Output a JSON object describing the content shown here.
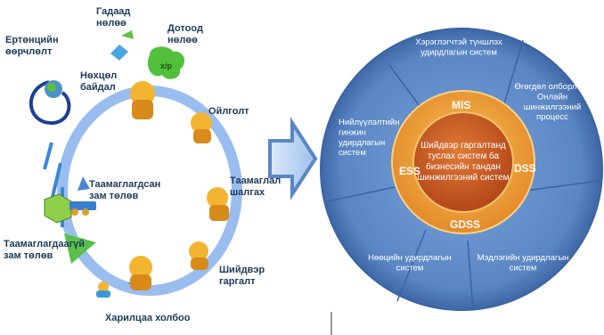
{
  "cycle": {
    "labels": {
      "outer_influence": "Гадаад\nнөлөө",
      "inner_influence": "Дотоод\nнөлөө",
      "world_change": "Ертөнцийн\nөөрчлөлт",
      "conditions": "Нөхцөл\nбайдал",
      "understanding": "Ойлголт",
      "planning": "Таамаглал\nшалгах",
      "decision": "Шийдвэр\nгаргалт",
      "communication": "Харилцаа холбоо",
      "expected_path": "Таамаглагдсан\nзам төлөв",
      "unexpected_path": "Таамаглагдаагүй\nзам төлөв"
    }
  },
  "system": {
    "segments": {
      "top": "Хэрэглэгчтэй түншлэх\nудирдлагын систем",
      "top_right": "Өгөгдөл олборлолт\nОнлайн\nшинжилгээний\nпроцесс",
      "left": "Нийлүүлэлтийн\nгинжин\nудирдлагын\nсистем",
      "bottom_left": "Нөөцийн удирдлагын\nсистем",
      "bottom_right": "Мэдлэгийн удирдлагын\nсистем"
    },
    "abbreviations": {
      "mis": "MIS",
      "ess": "ESS",
      "dss": "DSS",
      "gdss": "GDSS"
    },
    "center": "Шийдвэр гаргалтанд\nтуслах систем ба\nбизнесийн тандан\nшинжилгээний систем",
    "colors": {
      "outer": "#5a86c4",
      "ring": "#f2a43a",
      "core": "#c8551f"
    }
  }
}
